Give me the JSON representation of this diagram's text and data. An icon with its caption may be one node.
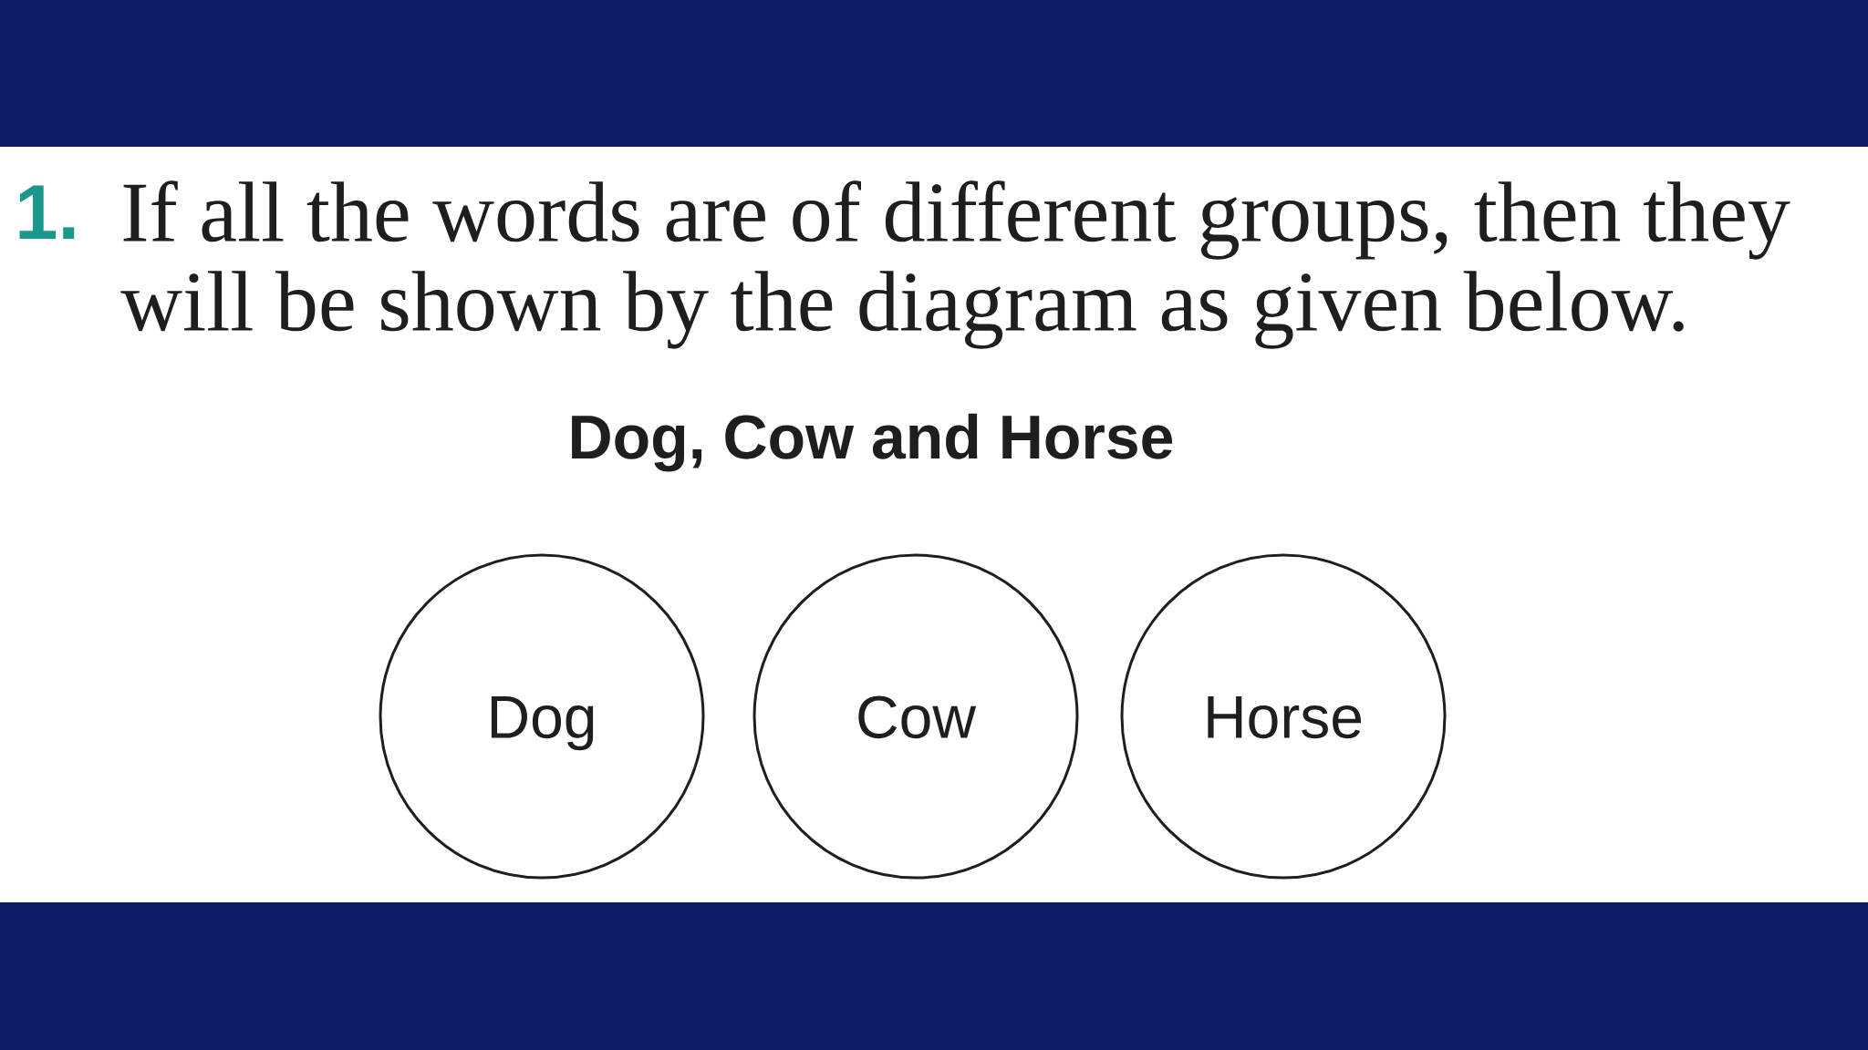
{
  "diagram": {
    "title": "Dog, Cow and Horse",
    "nodes": [
      {
        "text": [
          "Dog"
        ]
      },
      {
        "text": [
          "Cow"
        ]
      },
      {
        "text": [
          "Horse"
        ]
      }
    ],
    "edges": [],
    "labels": [
      "1.",
      "If all the words are of different groups, then they will be shown by the diagram as given below."
    ]
  }
}
